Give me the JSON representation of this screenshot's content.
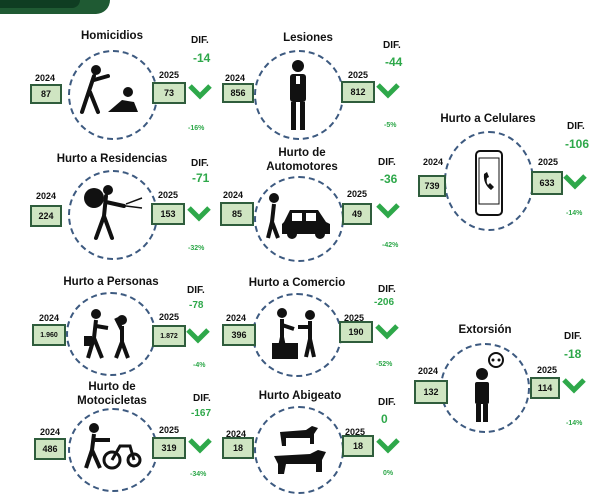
{
  "labels": {
    "dif": "DIF."
  },
  "colors": {
    "box_fill": "#cfe5c2",
    "box_border": "#2f5d3c",
    "delta": "#2ea84a",
    "circle": "#3d5a80",
    "chevron": "#2ea84a"
  },
  "cards": {
    "homicidios": {
      "title": "Homicidios",
      "y1": "2024",
      "v1": "87",
      "y2": "2025",
      "v2": "73",
      "diff": "-14",
      "pct": "-16%",
      "icon": "homicide-icon"
    },
    "lesiones": {
      "title": "Lesiones",
      "y1": "2024",
      "v1": "856",
      "y2": "2025",
      "v2": "812",
      "diff": "-44",
      "pct": "-5%",
      "icon": "injured-person-icon"
    },
    "celulares": {
      "title": "Hurto a Celulares",
      "y1": "2024",
      "v1": "739",
      "y2": "2025",
      "v2": "633",
      "diff": "-106",
      "pct": "-14%",
      "icon": "smartphone-icon"
    },
    "residencias": {
      "title": "Hurto a Residencias",
      "y1": "2024",
      "v1": "224",
      "y2": "2025",
      "v2": "153",
      "diff": "-71",
      "pct": "-32%",
      "icon": "burglar-icon"
    },
    "automotores": {
      "title1": "Hurto de",
      "title2": "Automotores",
      "y1": "2024",
      "v1": "85",
      "y2": "2025",
      "v2": "49",
      "diff": "-36",
      "pct": "-42%",
      "icon": "car-theft-icon"
    },
    "personas": {
      "title": "Hurto a Personas",
      "y1": "2024",
      "v1": "1.960",
      "y2": "2025",
      "v2": "1.872",
      "diff": "-78",
      "pct": "-4%",
      "icon": "robbery-icon"
    },
    "comercio": {
      "title": "Hurto a Comercio",
      "y1": "2024",
      "v1": "396",
      "y2": "2025",
      "v2": "190",
      "diff": "-206",
      "pct": "-52%",
      "icon": "shop-robbery-icon"
    },
    "extorsion": {
      "title": "Extorsión",
      "y1": "2024",
      "v1": "132",
      "y2": "2025",
      "v2": "114",
      "diff": "-18",
      "pct": "-14%",
      "icon": "extortion-call-icon"
    },
    "motocicletas": {
      "title1": "Hurto de",
      "title2": "Motocicletas",
      "y1": "2024",
      "v1": "486",
      "y2": "2025",
      "v2": "319",
      "diff": "-167",
      "pct": "-34%",
      "icon": "motorcycle-theft-icon"
    },
    "abigeato": {
      "title": "Hurto Abigeato",
      "y1": "2024",
      "v1": "18",
      "y2": "2025",
      "v2": "18",
      "diff": "0",
      "pct": "0%",
      "icon": "cattle-icon"
    }
  }
}
